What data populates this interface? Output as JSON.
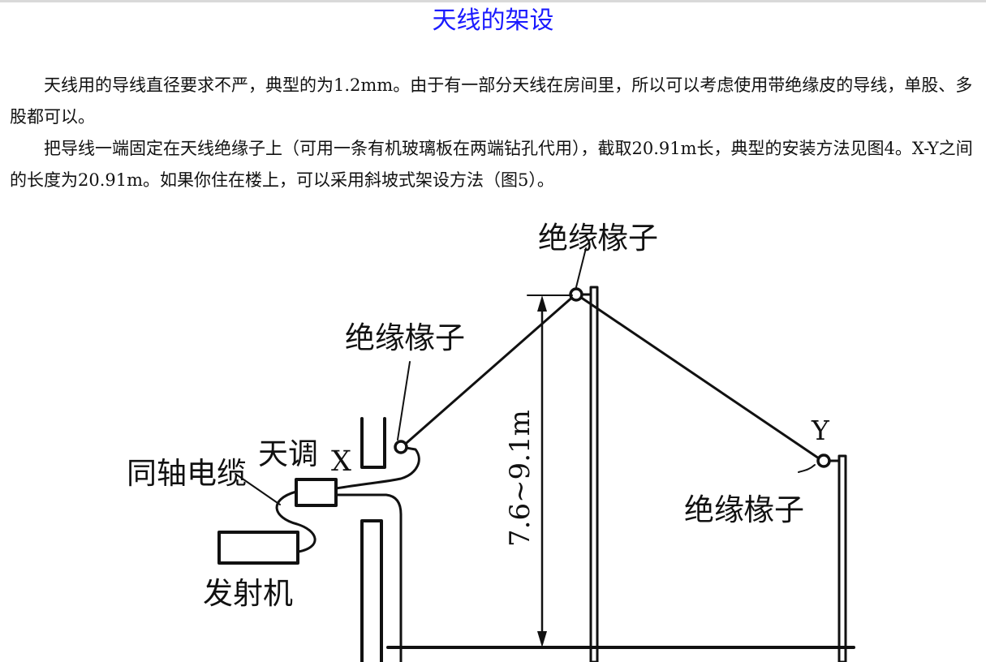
{
  "title": "天线的架设",
  "paragraphs": [
    "天线用的导线直径要求不严，典型的为1.2mm。由于有一部分天线在房间里，所以可以考虑使用带绝缘皮的导线，单股、多股都可以。",
    "把导线一端固定在天线绝缘子上（可用一条有机玻璃板在两端钻孔代用），截取20.91m长，典型的安装方法见图4。X-Y之间的长度为20.91m。如果你住在楼上，可以采用斜坡式架设方法（图5）。"
  ],
  "figure": {
    "labels": {
      "insulator_top": "绝缘椽子",
      "insulator_left": "绝缘椽子",
      "insulator_right": "绝缘椽子",
      "tuner": "天调",
      "point_x": "X",
      "point_y": "Y",
      "coax": "同轴电缆",
      "transmitter": "发射机",
      "height": "7.6~9.1m"
    }
  }
}
